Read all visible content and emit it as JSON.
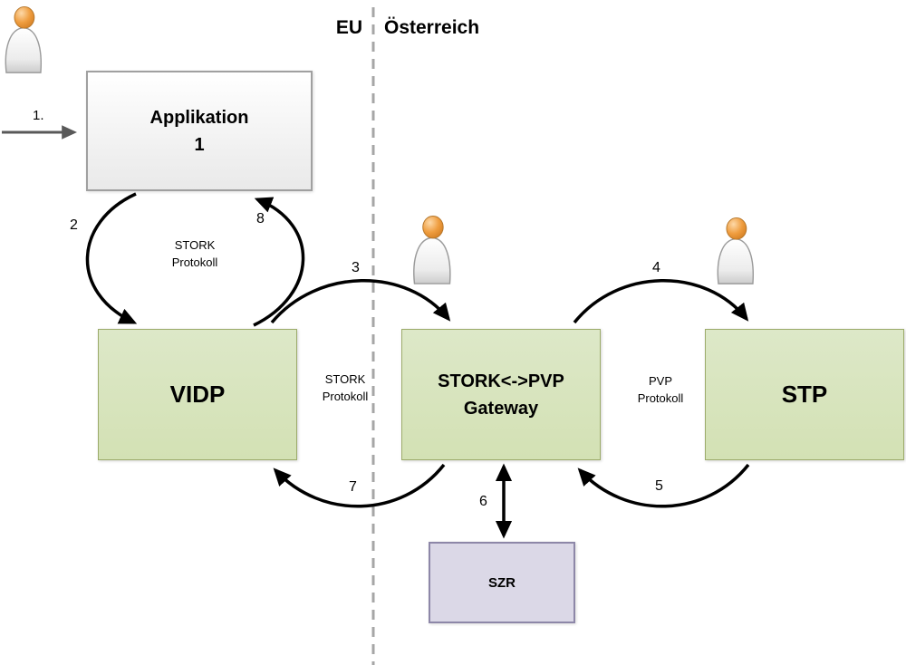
{
  "header": {
    "eu": "EU",
    "austria": "Österreich"
  },
  "nodes": {
    "applikation": {
      "line1": "Applikation",
      "line2": "1"
    },
    "vidp": {
      "label": "VIDP"
    },
    "gateway": {
      "line1": "STORK<->PVP",
      "line2": "Gateway"
    },
    "stp": {
      "label": "STP"
    },
    "szr": {
      "label": "SZR"
    }
  },
  "steps": {
    "s1": "1.",
    "s2": "2",
    "s3": "3",
    "s4": "4",
    "s5": "5",
    "s6": "6",
    "s7": "7",
    "s8": "8"
  },
  "protocols": {
    "left": {
      "line1": "STORK",
      "line2": "Protokoll"
    },
    "middle": {
      "line1": "STORK",
      "line2": "Protokoll"
    },
    "right": {
      "line1": "PVP",
      "line2": "Protokoll"
    }
  },
  "colors": {
    "node_green_fill": "#d7e4bc",
    "node_green_border": "#9cab6a",
    "node_white_border": "#a0a0a0",
    "szr_fill": "#dbd8e7",
    "szr_border": "#8d87a8",
    "arrow_black": "#000000",
    "arrow_gray": "#595959",
    "divider_gray": "#a6a6a6",
    "person_head": "#e8973c",
    "person_body": "#e6e6e6"
  }
}
